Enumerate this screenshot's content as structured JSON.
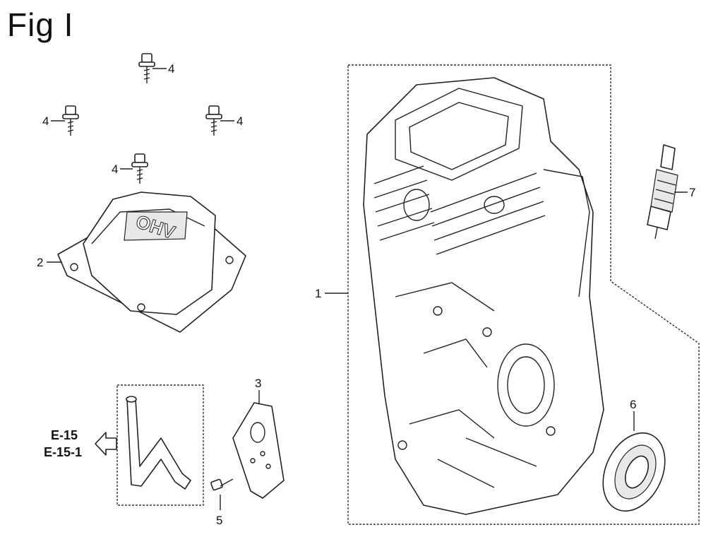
{
  "figure": {
    "title": "Fig I"
  },
  "callouts": {
    "c1": "1",
    "c2": "2",
    "c3": "3",
    "c4a": "4",
    "c4b": "4",
    "c4c": "4",
    "c4d": "4",
    "c5": "5",
    "c6": "6",
    "c7": "7"
  },
  "references": {
    "ref1": "E-15",
    "ref2": "E-15-1"
  },
  "cover_emblem": "OHV"
}
